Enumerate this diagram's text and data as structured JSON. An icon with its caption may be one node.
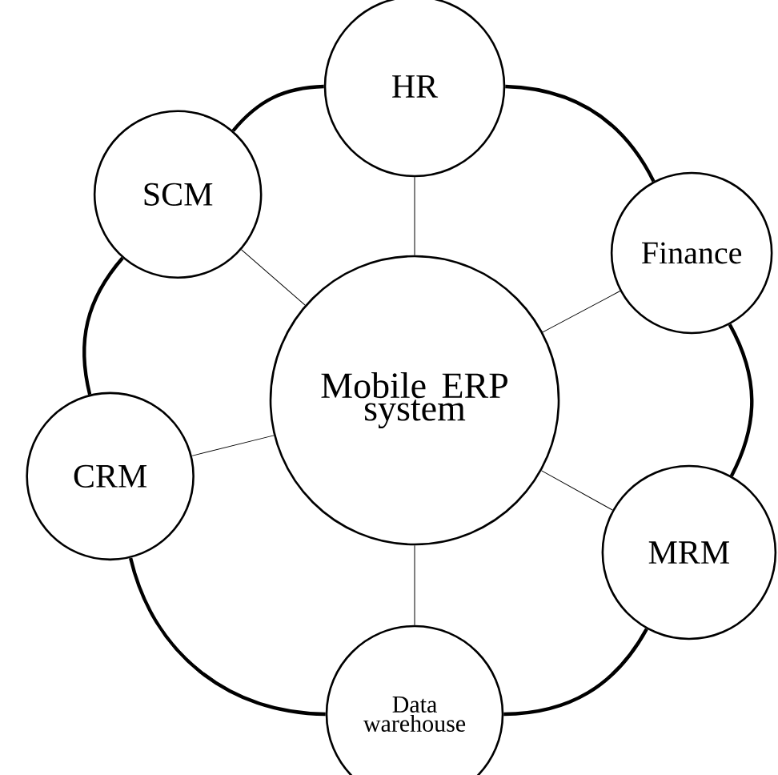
{
  "diagram": {
    "nodes": [
      {
        "text": [
          "Mobile ERP system"
        ]
      },
      {
        "text": [
          "HR"
        ]
      },
      {
        "text": [
          "SCM"
        ]
      },
      {
        "text": [
          "Finance"
        ]
      },
      {
        "text": [
          "CRM"
        ]
      },
      {
        "text": [
          "MRM"
        ]
      },
      {
        "text": [
          "Data warehouse"
        ]
      }
    ],
    "edges": [
      {
        "from": 0,
        "to": 1,
        "arrow": "none"
      },
      {
        "from": 0,
        "to": 2,
        "arrow": "none"
      },
      {
        "from": 0,
        "to": 3,
        "arrow": "none"
      },
      {
        "from": 0,
        "to": 4,
        "arrow": "none"
      },
      {
        "from": 0,
        "to": 5,
        "arrow": "none"
      },
      {
        "from": 0,
        "to": 6,
        "arrow": "none"
      },
      {
        "from": 1,
        "to": 2,
        "arrow": "none",
        "style": "thick"
      },
      {
        "from": 2,
        "to": 4,
        "arrow": "none",
        "style": "thick"
      },
      {
        "from": 4,
        "to": 6,
        "arrow": "none",
        "style": "thick"
      },
      {
        "from": 6,
        "to": 5,
        "arrow": "none",
        "style": "thick"
      },
      {
        "from": 5,
        "to": 3,
        "arrow": "none",
        "style": "thick"
      },
      {
        "from": 3,
        "to": 1,
        "arrow": "none",
        "style": "thick"
      }
    ]
  }
}
